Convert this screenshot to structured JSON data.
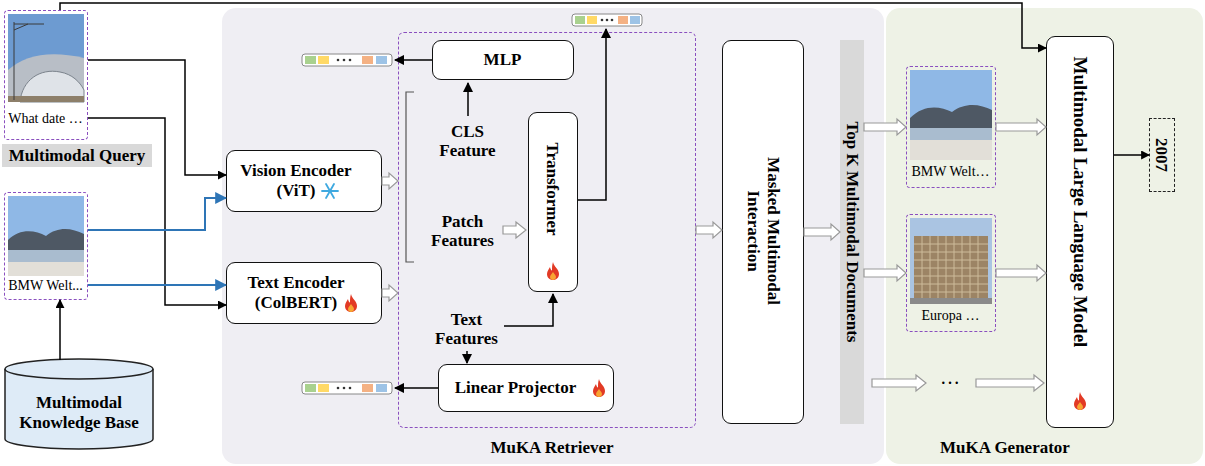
{
  "diagram": {
    "nodes": [
      {
        "text": [
          "What date …"
        ]
      },
      {
        "text": [
          "Multimodal Query"
        ]
      },
      {
        "text": [
          "BMW Welt..."
        ]
      },
      {
        "text": [
          "Multimodal Knowledge Base"
        ]
      },
      {
        "text": [
          "MuKA Retriever"
        ]
      },
      {
        "text": [
          "Vision Encoder (ViT)"
        ],
        "in": 4
      },
      {
        "text": [
          "Text Encoder (ColBERT)"
        ],
        "in": 4
      },
      {
        "text": [
          "CLS Feature",
          "Patch Features",
          "Text Features"
        ],
        "in": 4
      },
      {
        "text": [
          "MLP"
        ],
        "in": 7
      },
      {
        "text": [
          "Transformer"
        ],
        "in": 7
      },
      {
        "text": [
          "Linear Projector"
        ],
        "in": 7
      },
      {
        "text": [
          "Masked Multimodal Interaction"
        ],
        "in": 4
      },
      {
        "text": [
          "Top K Multimodal Documents"
        ]
      },
      {
        "text": [
          "MuKA Generator"
        ]
      },
      {
        "text": [
          "BMW Welt…"
        ],
        "in": 13
      },
      {
        "text": [
          "Europa …"
        ],
        "in": 13
      },
      {
        "text": [
          "Multimodal Large Language Model"
        ],
        "in": 13
      },
      {
        "text": [
          "2007"
        ]
      }
    ],
    "edges": [
      {
        "from": 0,
        "to": 5,
        "arrow": "to"
      },
      {
        "from": 0,
        "to": 6,
        "arrow": "to"
      },
      {
        "from": 2,
        "to": 5,
        "arrow": "to"
      },
      {
        "from": 2,
        "to": 6,
        "arrow": "to"
      },
      {
        "from": 3,
        "to": 2,
        "arrow": "to"
      },
      {
        "from": 0,
        "to": 16,
        "arrow": "to"
      },
      {
        "from": 5,
        "to": 7,
        "arrow": "to"
      },
      {
        "from": 6,
        "to": 7,
        "arrow": "to"
      },
      {
        "from": 7,
        "to": 11,
        "arrow": "to"
      },
      {
        "from": 11,
        "to": 12,
        "arrow": "to"
      },
      {
        "from": 12,
        "to": 14,
        "arrow": "to"
      },
      {
        "from": 12,
        "to": 15,
        "arrow": "to"
      },
      {
        "from": 14,
        "to": 16,
        "arrow": "to"
      },
      {
        "from": 15,
        "to": 16,
        "arrow": "to"
      },
      {
        "from": 16,
        "to": 17,
        "arrow": "to"
      }
    ],
    "labels": [
      "…"
    ]
  }
}
